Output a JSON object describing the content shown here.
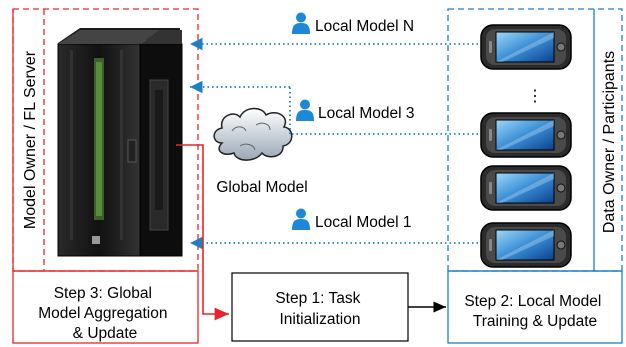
{
  "server_panel": {
    "vertical_label": "Model Owner / FL Server",
    "step3_lines": [
      "Step 3: Global",
      "Model Aggregation",
      "& Update"
    ],
    "accent_color": "#e8262a"
  },
  "participants_panel": {
    "vertical_label": "Data Owner / Participants",
    "step2_lines": [
      "Step 2: Local Model",
      "Training & Update"
    ],
    "accent_color": "#1f7fc4"
  },
  "center_box": {
    "step1_lines": [
      "Step 1: Task",
      "Initialization"
    ]
  },
  "cloud": {
    "label": "Global Model",
    "icon": "cloud-icon"
  },
  "local_models": [
    {
      "label": "Local Model N",
      "icon": "user-icon"
    },
    {
      "label": "Local Model 3",
      "icon": "user-icon"
    },
    {
      "label": "Local Model 1",
      "icon": "user-icon"
    }
  ],
  "ellipsis": "⋮",
  "icons": [
    "server-rack-icon",
    "phone-icon",
    "cloud-icon",
    "user-icon"
  ]
}
